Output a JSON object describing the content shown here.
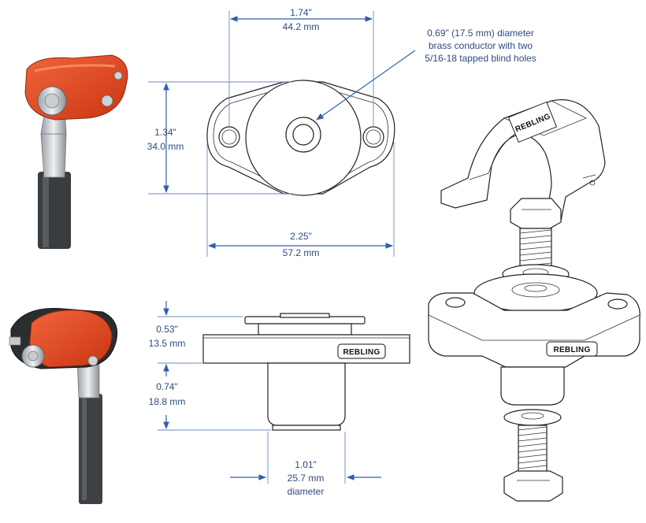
{
  "colors": {
    "dimension": "#2e5fae",
    "text": "#2f4a7e",
    "insulator": "#e2461e",
    "cable": "#3a3d40"
  },
  "top_view": {
    "width_holes": {
      "inch": "1.74\"",
      "mm": "44.2 mm"
    },
    "height": {
      "inch": "1.34\"",
      "mm": "34.0 mm"
    },
    "overall_width": {
      "inch": "2.25\"",
      "mm": "57.2 mm"
    },
    "callout": [
      "0.69\" (17.5 mm) diameter",
      "brass conductor with two",
      "5/16-18 tapped blind holes"
    ]
  },
  "side_view": {
    "flange": {
      "inch": "0.53\"",
      "mm": "13.5 mm"
    },
    "body": {
      "inch": "0.74\"",
      "mm": "18.8 mm"
    },
    "diameter": {
      "inch": "1.01\"",
      "mm": "25.7 mm",
      "suffix": "diameter"
    },
    "brand": "REBLING"
  },
  "iso_view": {
    "brand_base": "REBLING",
    "brand_cap": "REBLING"
  }
}
